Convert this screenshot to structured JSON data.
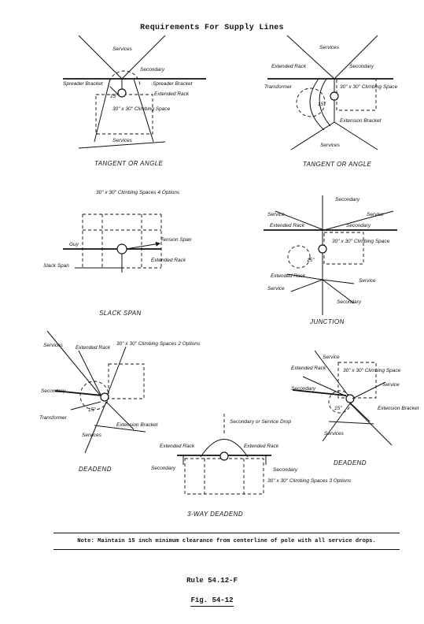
{
  "title": "Requirements For Supply Lines",
  "diagrams": {
    "tangent_left": {
      "caption": "TANGENT OR ANGLE",
      "labels": {
        "services_top": "Services",
        "secondary": "Secondary",
        "spreader_bracket_left": "Spreader Bracket",
        "spreader_bracket_right": "Spreader Bracket",
        "extended_rack": "Extended Rack",
        "climbing_space": "30\" x 30\" Climbing Space",
        "dim": "15\"",
        "services_bottom": "Services"
      }
    },
    "tangent_right": {
      "caption": "TANGENT OR ANGLE",
      "labels": {
        "services_top": "Services",
        "extended_rack": "Extended Rack",
        "secondary": "Secondary",
        "transformer": "Transformer",
        "climbing_space": "30\" x 30\" Climbing Space",
        "extension_bracket": "Extension Bracket",
        "dim": "15\"",
        "services_bottom": "Services"
      }
    },
    "slack_span": {
      "caption": "SLACK SPAN",
      "labels": {
        "climbing_spaces": "30\" x 30\" Climbing Spaces 4 Options",
        "guy": "Guy",
        "tension_span": "Tension Span",
        "extended_rack": "Extended Rack",
        "slack_span": "Slack Span"
      }
    },
    "junction": {
      "caption": "JUNCTION",
      "labels": {
        "secondary_top": "Secondary",
        "service_left": "Service",
        "service_right": "Service",
        "extended_rack_top": "Extended Rack",
        "secondary_mid": "Secondary",
        "climbing_space": "30\" x 30\" Climbing Space",
        "dim": "15\"",
        "extended_rack_bottom": "Extended Rack",
        "service_lower_right": "Service",
        "service_lower_left": "Service",
        "secondary_bottom": "Secondary"
      }
    },
    "deadend_left": {
      "caption": "DEADEND",
      "labels": {
        "services_top": "Services",
        "extended_rack": "Extended Rack",
        "climbing_spaces": "30\" x 30\" Climbing Spaces 2 Options",
        "secondary": "Secondary",
        "transformer": "Transformer",
        "extension_bracket": "Extension Bracket",
        "dim": "15\"",
        "services_bottom": "Services"
      }
    },
    "deadend_3way": {
      "caption": "3-WAY DEADEND",
      "labels": {
        "secondary_or_drop": "Secondary or Service Drop",
        "extended_rack_left": "Extended Rack",
        "extended_rack_right": "Extended Rack",
        "secondary_left": "Secondary",
        "secondary_right": "Secondary",
        "climbing_spaces": "30\" x 30\" Climbing Spaces 3 Options"
      }
    },
    "deadend_right": {
      "caption": "DEADEND",
      "labels": {
        "service_top": "Service",
        "extended_rack": "Extended Rack",
        "climbing_space": "30\" x 30\" Climbing Space",
        "secondary": "Secondary",
        "service_right": "Service",
        "extension_bracket": "Extension Bracket",
        "dim": "15\"",
        "services_bottom": "Services"
      }
    }
  },
  "note": "Note:  Maintain 15 inch minimum clearance from centerline of pole with all service drops.",
  "rule": "Rule 54.12-F",
  "figure": "Fig. 54-12"
}
